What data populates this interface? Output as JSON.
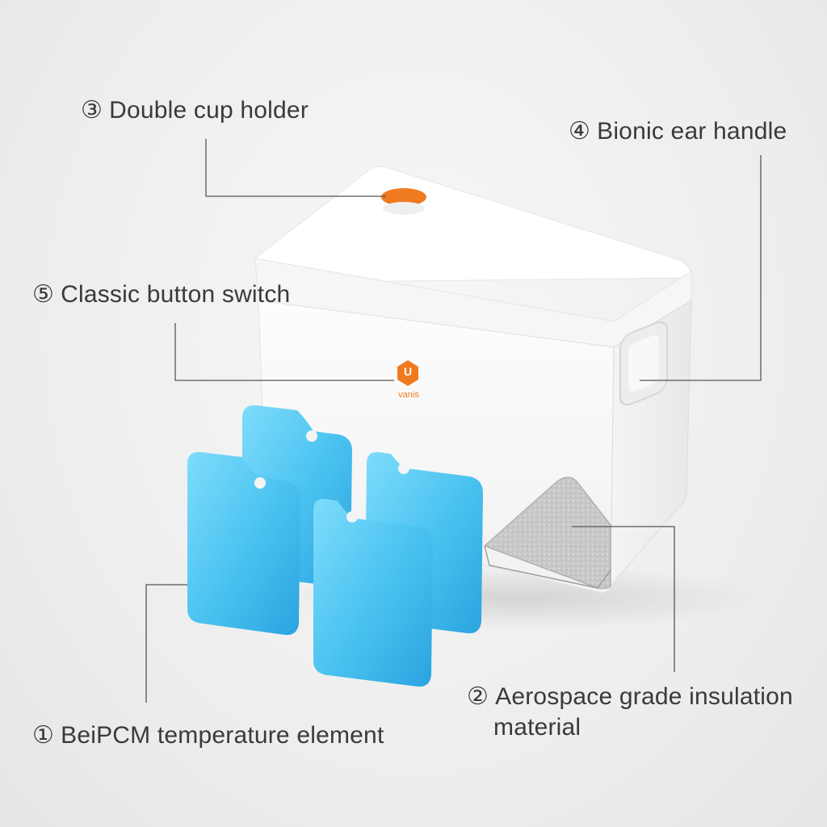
{
  "callouts": {
    "cup_holder": {
      "num": "③",
      "label": "Double cup holder"
    },
    "ear_handle": {
      "num": "④",
      "label": "Bionic ear handle"
    },
    "button_switch": {
      "num": "⑤",
      "label": "Classic button switch"
    },
    "pcm_element": {
      "num": "①",
      "label": "BeiPCM temperature element"
    },
    "insulation": {
      "num": "②",
      "label_line1": "Aerospace grade insulation",
      "label_line2": "material"
    }
  },
  "product": {
    "brand": "vanis",
    "logo_letter": "U",
    "colors": {
      "accent_orange": "#f07a1f",
      "box_white": "#ffffff",
      "ice_pack_blue": "#45c3f0",
      "insulation_silver": "#c9c9c9",
      "leader_line": "#555555"
    }
  }
}
